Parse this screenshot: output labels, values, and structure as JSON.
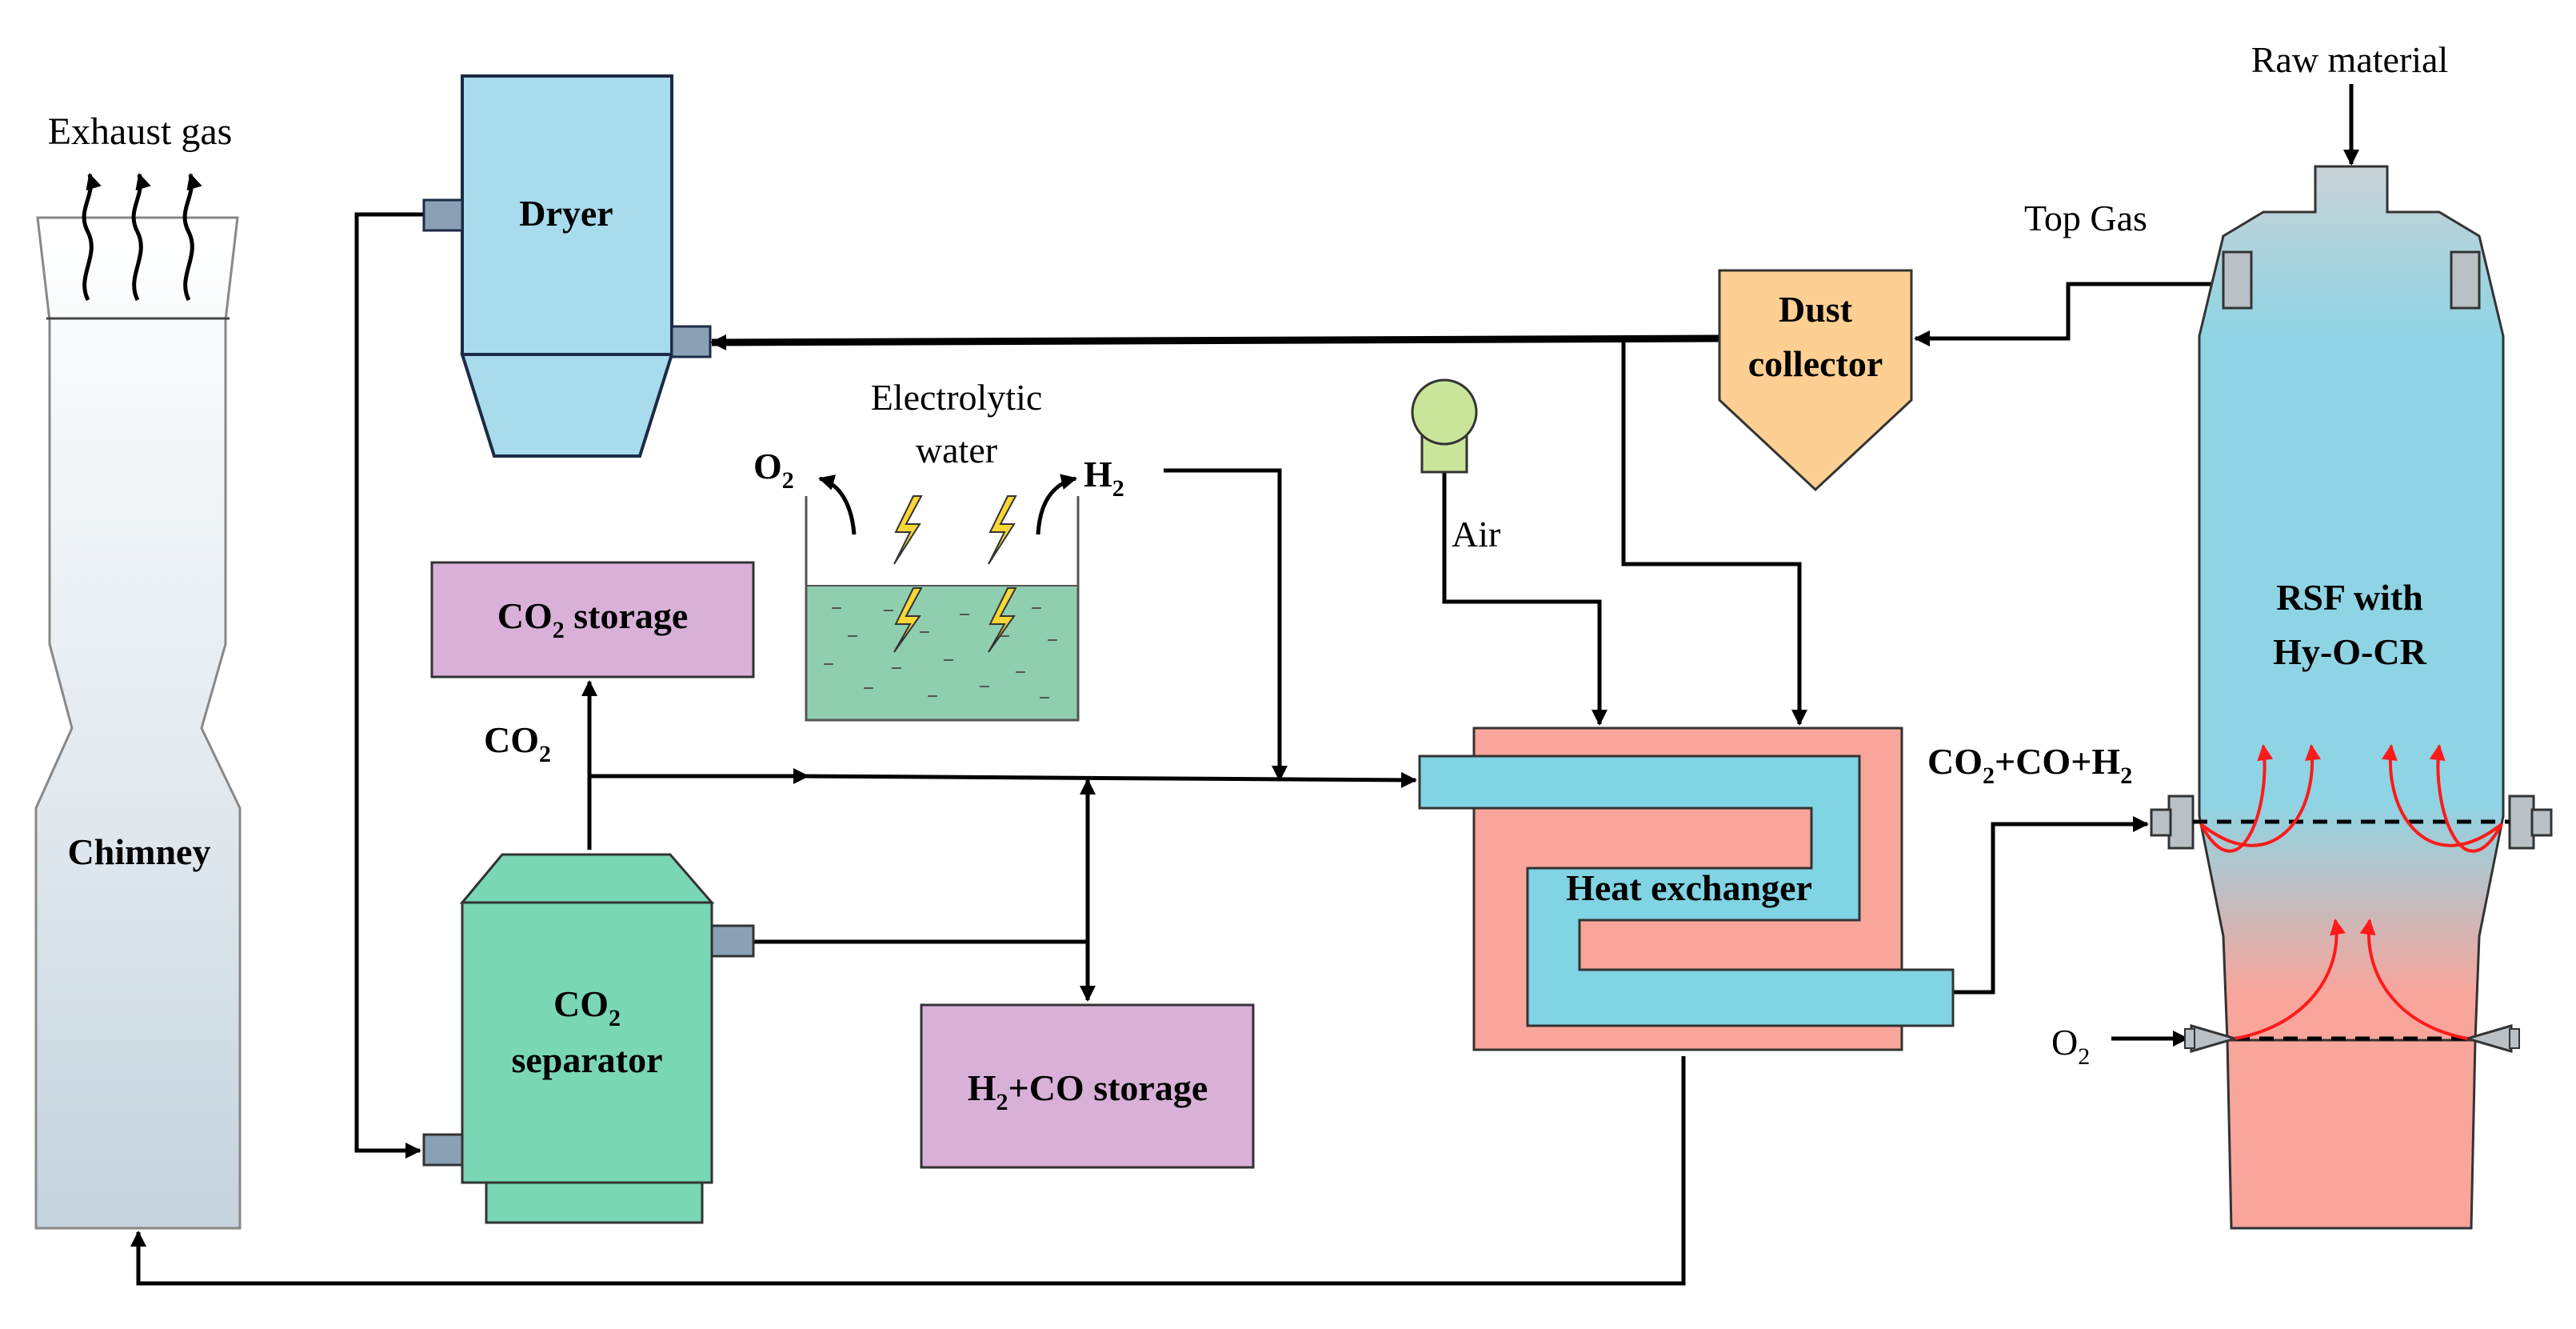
{
  "labels": {
    "raw_material": "Raw material",
    "exhaust_gas": "Exhaust gas",
    "top_gas": "Top Gas",
    "dryer": "Dryer",
    "dust_collector_line1": "Dust",
    "dust_collector_line2": "collector",
    "electrolytic_line1": "Electrolytic",
    "electrolytic_line2": "water",
    "o2": "O",
    "o2_sub": "2",
    "h2": "H",
    "h2_sub": "2",
    "air": "Air",
    "co2_storage_a": "CO",
    "co2_storage_sub": "2",
    "co2_storage_b": " storage",
    "co2_flow": "CO",
    "co2_flow_sub": "2",
    "chimney": "Chimney",
    "co2_separator_a": "CO",
    "co2_separator_sub": "2",
    "co2_separator_b": "separator",
    "h2co_storage_a": "H",
    "h2co_storage_sub": "2",
    "h2co_storage_b": "+CO storage",
    "heat_exchanger": "Heat exchanger",
    "furnace_line1": "RSF with",
    "furnace_line2": "Hy-O-CR",
    "gas_mix_a": "CO",
    "gas_mix_sub1": "2",
    "gas_mix_b": "+CO+H",
    "gas_mix_sub2": "2",
    "o2_input": "O",
    "o2_input_sub": "2"
  },
  "colors": {
    "dryer": "#a8dbec",
    "dust_collector": "#fdcf92",
    "storage": "#d9b1d8",
    "separator": "#79d7b6",
    "heat_exchanger_outer": "#f8a59b",
    "heat_exchanger_pipe": "#80d4e4",
    "water": "#8fcfb0",
    "port": "#8aa1b5",
    "flame": "#ff1a1a",
    "bolt": "#f7d736",
    "air_pump": "#c9e59a"
  }
}
